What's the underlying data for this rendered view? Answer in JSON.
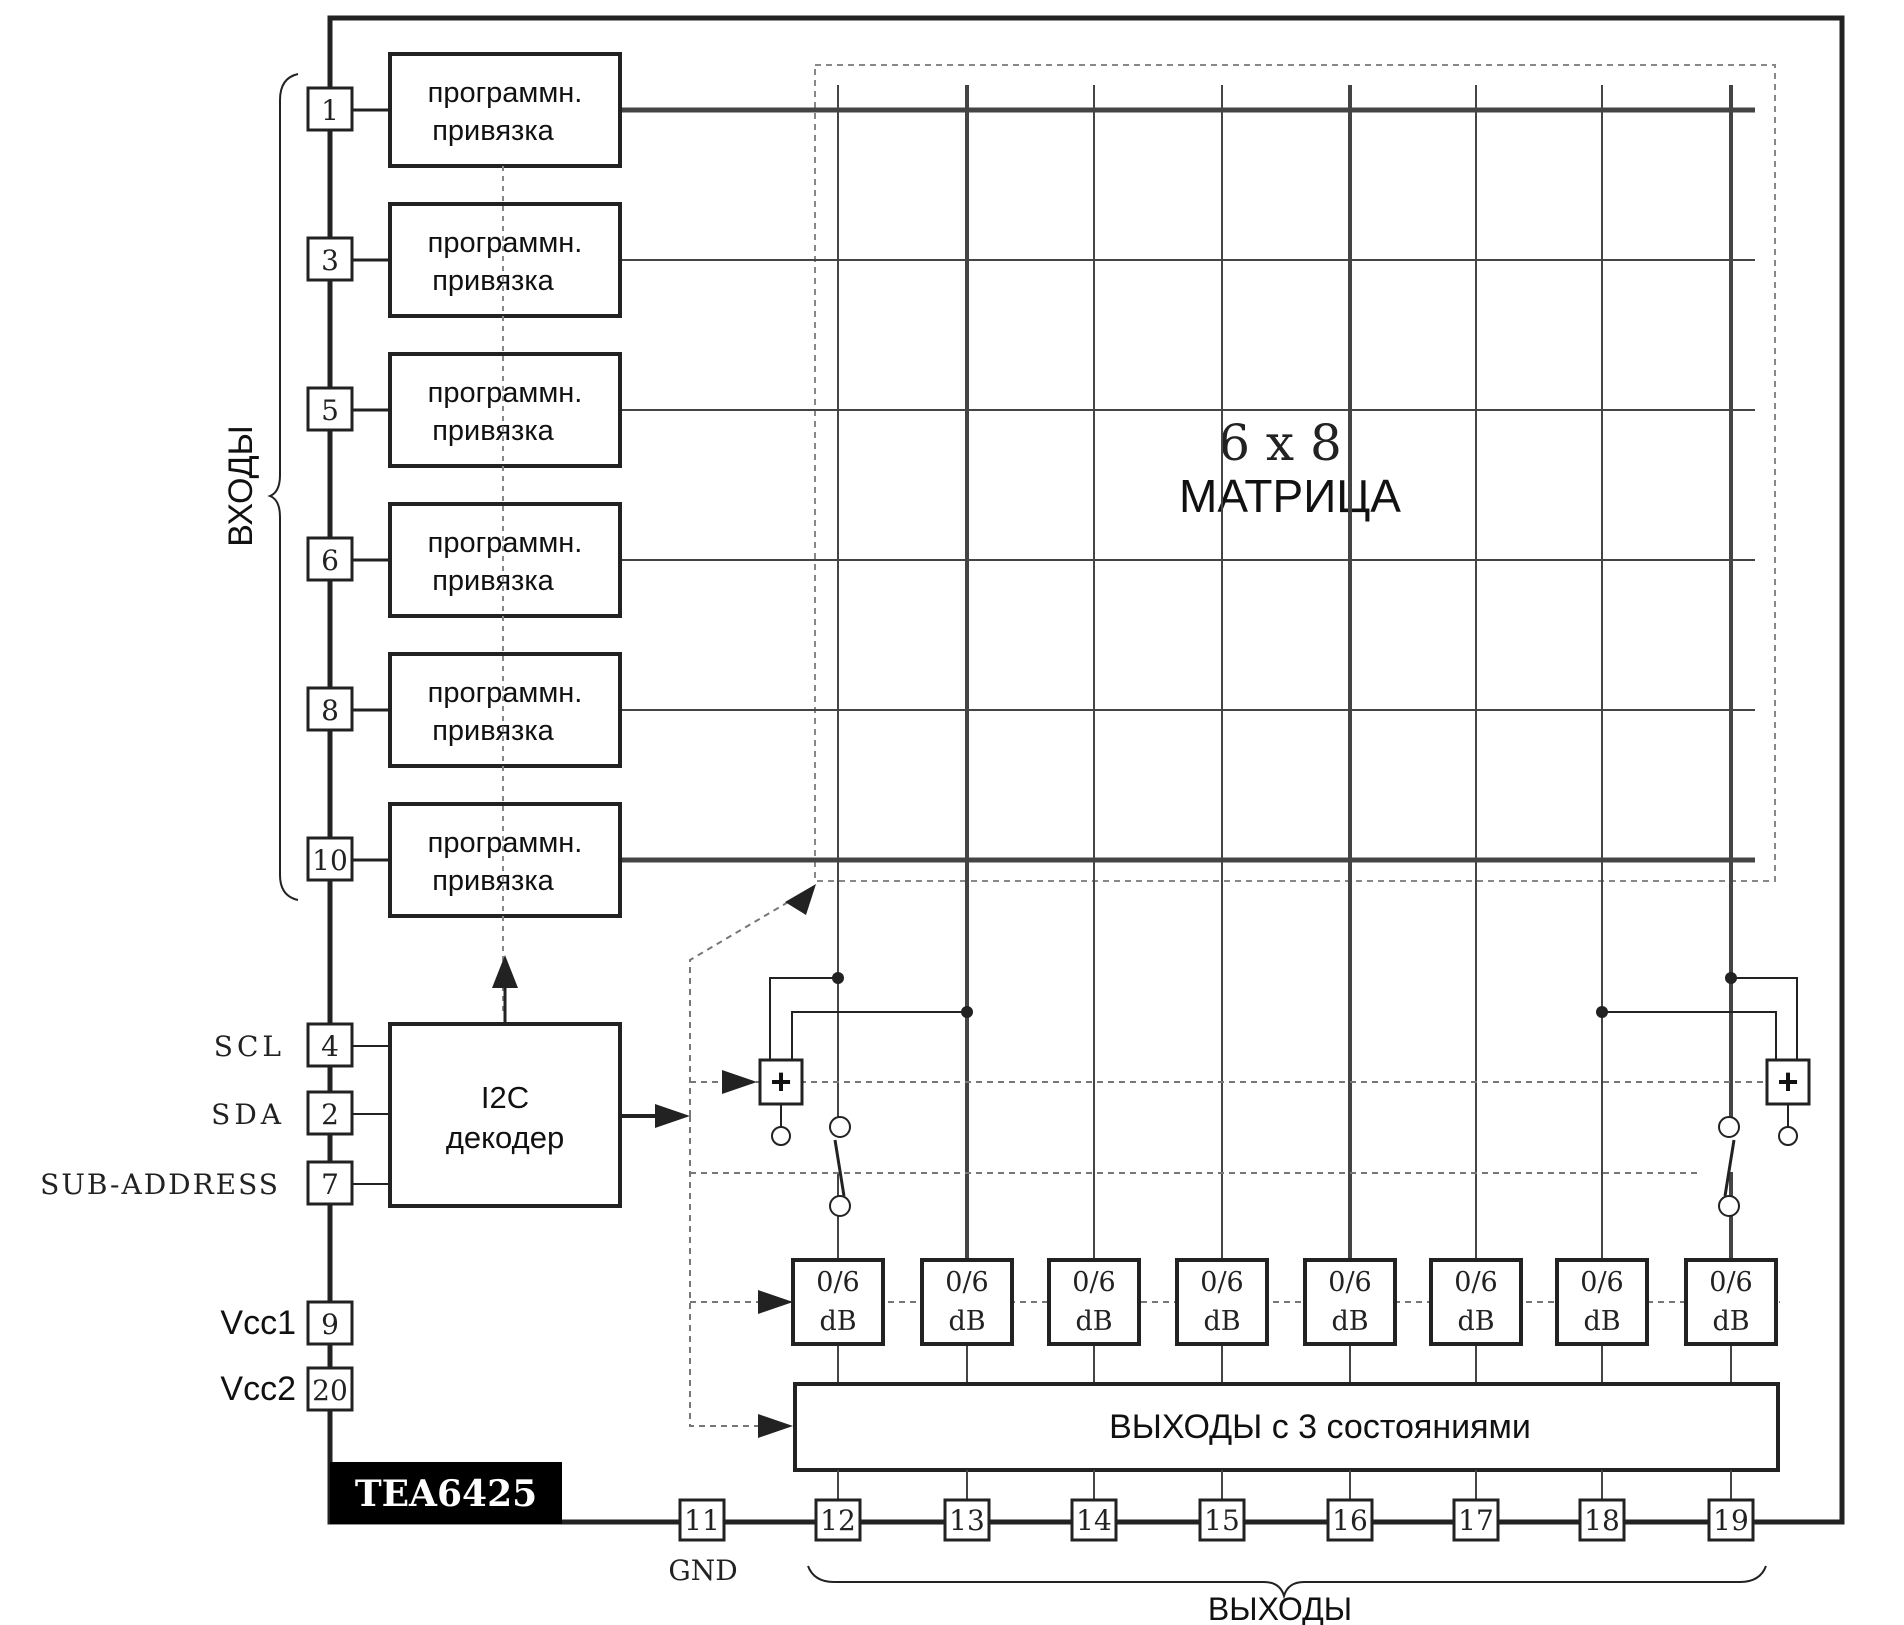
{
  "chip_name": "TEA6425",
  "labels": {
    "inputs_group": "ВХОДЫ",
    "outputs_group": "ВЫХОДЫ",
    "matrix_size": "6 x 8",
    "matrix_name": "МАТРИЦА",
    "decoder_line1": "I2C",
    "decoder_line2": "декодер",
    "tristate": "ВЫХОДЫ с 3 состояниями",
    "scl": "SCL",
    "sda": "SDA",
    "sub_address": "SUB-ADDRESS",
    "vcc1": "Vcc1",
    "vcc2": "Vcc2",
    "gnd": "GND",
    "adder_symbol": "+"
  },
  "clamp_blocks": [
    {
      "line1": "программн.",
      "line2": "привязка"
    },
    {
      "line1": "программн.",
      "line2": "привязка"
    },
    {
      "line1": "программн.",
      "line2": "привязка"
    },
    {
      "line1": "программн.",
      "line2": "привязка"
    },
    {
      "line1": "программн.",
      "line2": "привязка"
    },
    {
      "line1": "программн.",
      "line2": "привязка"
    }
  ],
  "gain_blocks": [
    {
      "line1": "0/6",
      "line2": "dB"
    },
    {
      "line1": "0/6",
      "line2": "dB"
    },
    {
      "line1": "0/6",
      "line2": "dB"
    },
    {
      "line1": "0/6",
      "line2": "dB"
    },
    {
      "line1": "0/6",
      "line2": "dB"
    },
    {
      "line1": "0/6",
      "line2": "dB"
    },
    {
      "line1": "0/6",
      "line2": "dB"
    },
    {
      "line1": "0/6",
      "line2": "dB"
    }
  ],
  "input_pins": [
    "1",
    "3",
    "5",
    "6",
    "8",
    "10"
  ],
  "control_pins": [
    "4",
    "2",
    "7"
  ],
  "power_pins": [
    "9",
    "20"
  ],
  "gnd_pin": "11",
  "output_pins": [
    "12",
    "13",
    "14",
    "15",
    "16",
    "17",
    "18",
    "19"
  ],
  "colors": {
    "line": "#222222",
    "thin": "#555555",
    "dash": "#777777",
    "chip_label_bg": "#000000",
    "chip_label_text": "#ffffff"
  }
}
